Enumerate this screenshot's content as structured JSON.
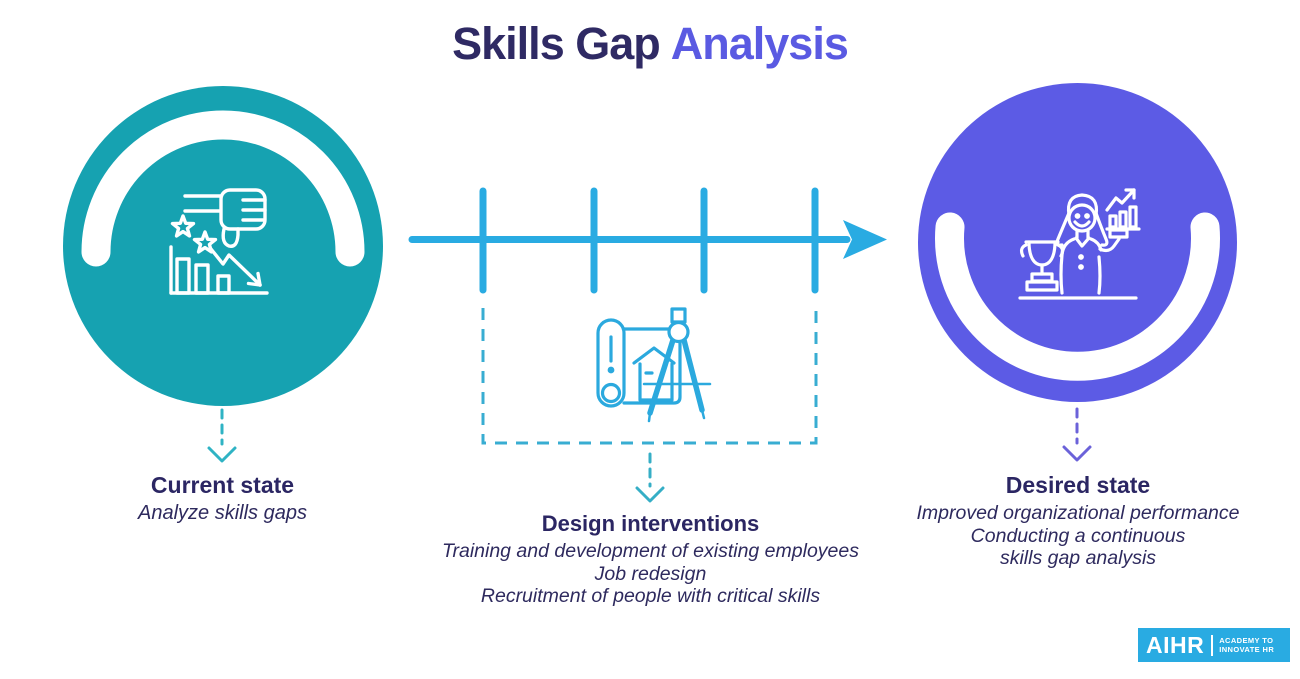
{
  "title": {
    "prefix": "Skills Gap",
    "highlight": "Analysis"
  },
  "colors": {
    "title_primary": "#2F2A64",
    "title_accent": "#5A5AE2",
    "current_circle_teal": "#16A2B1",
    "desired_circle_purple": "#5C5BE5",
    "timeline_blue": "#29ABE2",
    "dashed_arrow_teal": "#2FB3C4",
    "dashed_bracket_sky": "#38ADD2",
    "dashed_arrow_mid": "#35AEC6",
    "dashed_arrow_purple": "#6B62D9",
    "text_navy": "#2B2663",
    "logo_background": "#29ABE2"
  },
  "stages": {
    "current": {
      "heading": "Current state",
      "lines": [
        "Analyze skills gaps"
      ],
      "icon": "declining-chart-thumbs-down-icon"
    },
    "design": {
      "heading": "Design interventions",
      "lines": [
        "Training and development of existing employees",
        "Job redesign",
        "Recruitment of people with critical skills"
      ],
      "icon": "blueprint-compass-icon"
    },
    "desired": {
      "heading": "Desired state",
      "lines": [
        "Improved organizational performance",
        "Conducting a continuous",
        "skills gap analysis"
      ],
      "icon": "woman-trophy-growth-icon"
    }
  },
  "timeline": {
    "tick_count": 4,
    "direction": "right"
  },
  "logo": {
    "brand": "AIHR",
    "tagline": [
      "ACADEMY TO",
      "INNOVATE HR"
    ]
  }
}
